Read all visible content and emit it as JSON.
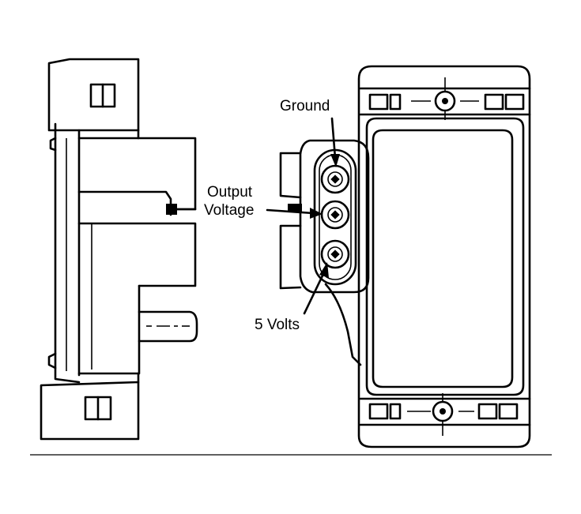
{
  "labels": {
    "ground": "Ground",
    "output_line1": "Output",
    "output_line2": "Voltage",
    "five_volts": "5 Volts"
  },
  "colors": {
    "ink": "#000000",
    "paper": "#ffffff"
  }
}
